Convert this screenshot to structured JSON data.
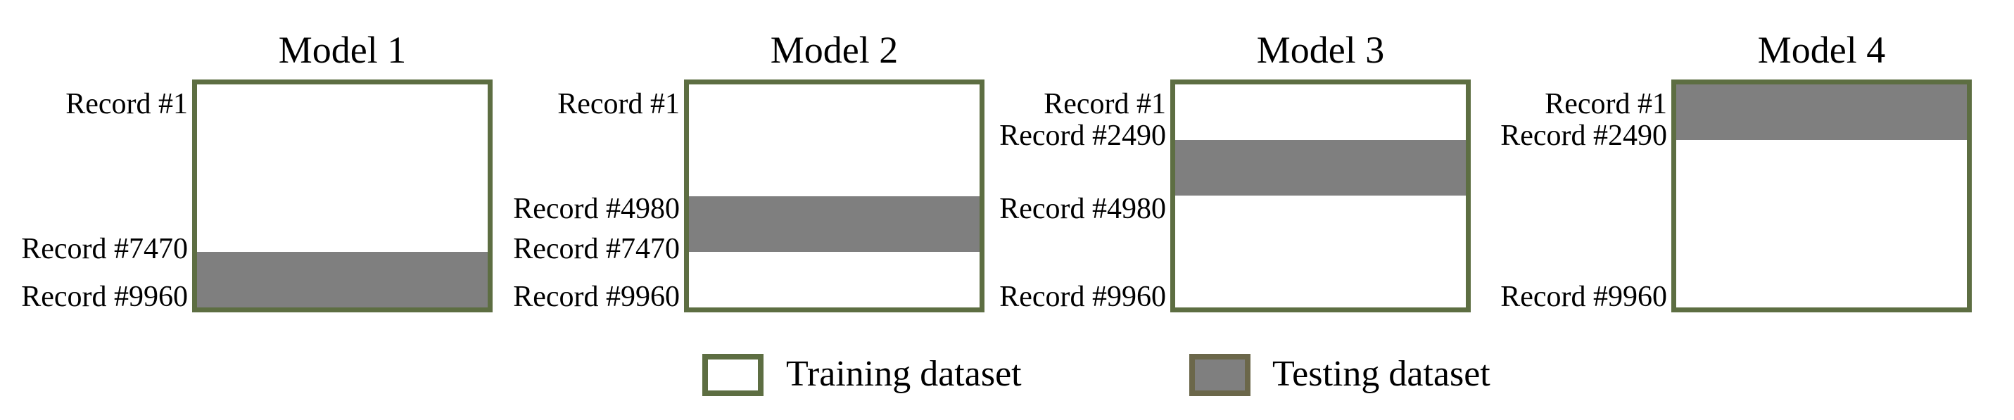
{
  "models": [
    {
      "title": "Model 1",
      "records": [
        {
          "label": "Record #1",
          "frac": 0
        },
        {
          "label": "Record #7470",
          "frac": 0.75
        },
        {
          "label": "Record #9960",
          "frac": 1
        }
      ],
      "testing_band": {
        "start_frac": 0.75,
        "end_frac": 1
      }
    },
    {
      "title": "Model 2",
      "records": [
        {
          "label": "Record #1",
          "frac": 0
        },
        {
          "label": "Record #4980",
          "frac": 0.5
        },
        {
          "label": "Record #7470",
          "frac": 0.75
        },
        {
          "label": "Record #9960",
          "frac": 1
        }
      ],
      "testing_band": {
        "start_frac": 0.5,
        "end_frac": 0.75
      }
    },
    {
      "title": "Model 3",
      "records": [
        {
          "label": "Record #1",
          "frac": 0
        },
        {
          "label": "Record #2490",
          "frac": 0.25
        },
        {
          "label": "Record #4980",
          "frac": 0.5
        },
        {
          "label": "Record #9960",
          "frac": 1
        }
      ],
      "testing_band": {
        "start_frac": 0.25,
        "end_frac": 0.5
      }
    },
    {
      "title": "Model 4",
      "records": [
        {
          "label": "Record #1",
          "frac": 0
        },
        {
          "label": "Record #2490",
          "frac": 0.25
        },
        {
          "label": "Record #9960",
          "frac": 1
        }
      ],
      "testing_band": {
        "start_frac": 0,
        "end_frac": 0.25
      }
    }
  ],
  "legend": {
    "training_label": "Training dataset",
    "testing_label": "Testing dataset"
  },
  "colors": {
    "box_border": "#5d6e42",
    "training_fill": "#ffffff",
    "testing_fill": "#7f7f7f",
    "legend_testing_border": "#6b674a",
    "text": "#000000"
  }
}
